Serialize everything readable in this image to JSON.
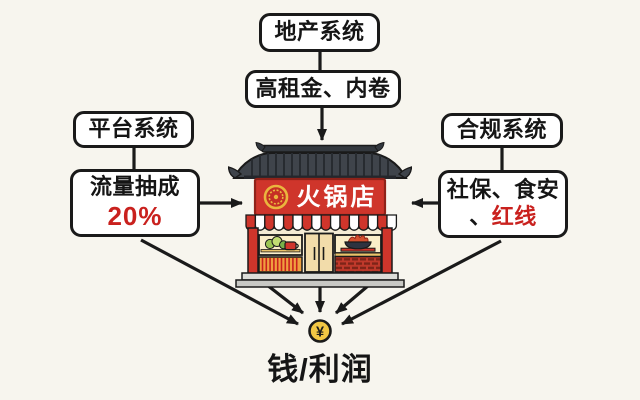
{
  "palette": {
    "background": "#f7f5ee",
    "ink": "#1a1a1a",
    "accent_red": "#c9211e",
    "shop_red": "#cf352b",
    "roof_gray": "#3f444b",
    "awning_white": "#ffffff",
    "wall_cream": "#f5ecd4",
    "coin_yellow": "#f2c744"
  },
  "boxes": {
    "real_estate": {
      "label": "地产系统"
    },
    "rent": {
      "label": "高租金、内卷"
    },
    "platform": {
      "label": "平台系统"
    },
    "traffic": {
      "line1": "流量抽成",
      "line2": "20%"
    },
    "compliance": {
      "label": "合规系统"
    },
    "obligations": {
      "line1": "社保、食安",
      "line2_black": "、",
      "line2_red": "红线"
    }
  },
  "shop": {
    "sign": "火锅店"
  },
  "money": {
    "coin_symbol": "¥",
    "label": "钱/利润"
  }
}
